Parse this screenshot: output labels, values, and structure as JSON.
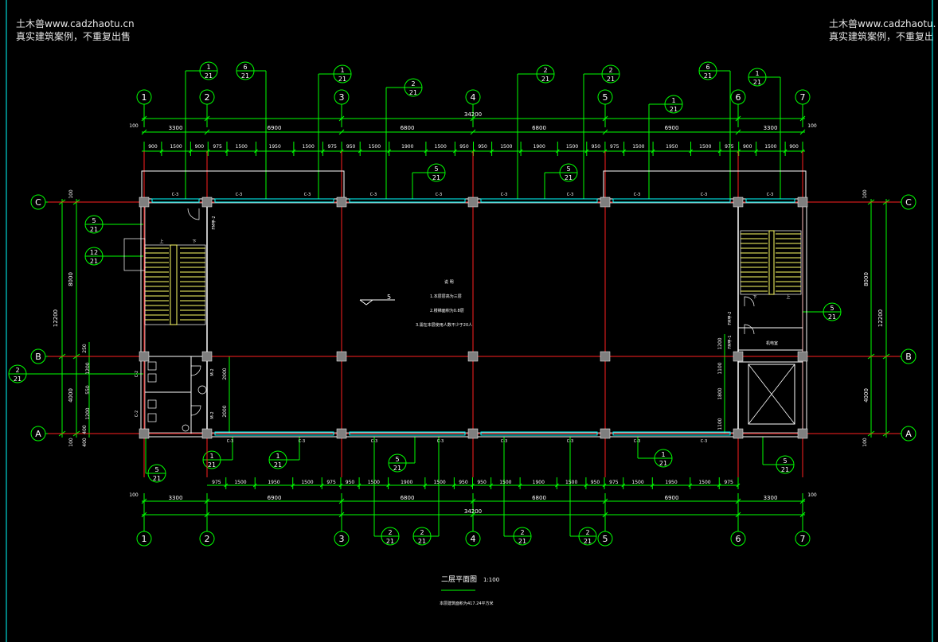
{
  "watermark": {
    "line1": "土木兽www.cadzhaotu.cn",
    "line2": "真实建筑案例，不重复出售",
    "line1_right": "土木兽www.cadzhaotu.",
    "line2_right": "真实建筑案例，不重复出"
  },
  "axes": {
    "columns": [
      "1",
      "2",
      "3",
      "4",
      "5",
      "6",
      "7"
    ],
    "rows": [
      "C",
      "B",
      "A"
    ]
  },
  "dimensions": {
    "top_total": "34200",
    "top_bays": [
      "3300",
      "6900",
      "6800",
      "6800",
      "6900",
      "3300"
    ],
    "top_end": "100",
    "top_detail": [
      "900",
      "1500",
      "900",
      "975",
      "1500",
      "1950",
      "1500",
      "975",
      "950",
      "1500",
      "1900",
      "1500",
      "950",
      "950",
      "1500",
      "1900",
      "1500",
      "950",
      "975",
      "1500",
      "1950",
      "1500",
      "975",
      "900",
      "1500",
      "900"
    ],
    "bottom_total": "34200",
    "bottom_bays": [
      "3300",
      "6900",
      "6800",
      "6800",
      "6900",
      "3300"
    ],
    "bottom_end": "100",
    "bottom_detail": [
      "975",
      "1500",
      "1950",
      "1500",
      "975",
      "950",
      "1500",
      "1900",
      "1500",
      "950",
      "950",
      "1500",
      "1900",
      "1500",
      "950",
      "975",
      "1500",
      "1950",
      "1500",
      "975"
    ],
    "left_total": "12200",
    "left_upper": "8000",
    "left_lower": "4000",
    "left_small": [
      "100",
      "250",
      "1200",
      "550",
      "1200",
      "400",
      "100",
      "400"
    ],
    "right_total": "12200",
    "right_upper": "8000",
    "right_lower": "4000",
    "right_small": [
      "100",
      "100"
    ],
    "stair_right_vert": [
      "1200",
      "1100",
      "1800",
      "1100"
    ],
    "toilet_vert": [
      "2000",
      "2000"
    ]
  },
  "detail_refs": {
    "top": [
      [
        "1",
        "21"
      ],
      [
        "6",
        "21"
      ],
      [
        "1",
        "21"
      ],
      [
        "2",
        "21"
      ],
      [
        "2",
        "21"
      ],
      [
        "2",
        "21"
      ],
      [
        "1",
        "21"
      ],
      [
        "6",
        "21"
      ],
      [
        "1",
        "21"
      ]
    ],
    "top_inner": [
      [
        "5",
        "21"
      ],
      [
        "5",
        "21"
      ]
    ],
    "left": [
      [
        "5",
        "21"
      ],
      [
        "12",
        "21"
      ],
      [
        "2",
        "21"
      ]
    ],
    "right": [
      [
        "5",
        "21"
      ]
    ],
    "bottom": [
      [
        "5",
        "21"
      ],
      [
        "1",
        "21"
      ],
      [
        "1",
        "21"
      ],
      [
        "5",
        "21"
      ],
      [
        "1",
        "21"
      ],
      [
        "5",
        "21"
      ]
    ],
    "bottom_low": [
      [
        "2",
        "21"
      ],
      [
        "2",
        "21"
      ],
      [
        "2",
        "21"
      ],
      [
        "2",
        "21"
      ]
    ]
  },
  "window_tags": [
    "C-3",
    "C-3",
    "C-3",
    "C-3",
    "C-3",
    "C-3",
    "C-3",
    "C-3",
    "C-3",
    "C-3"
  ],
  "door_tags": [
    "FM甲-2",
    "FM甲-2",
    "FM甲-1",
    "M-2",
    "M-2",
    "C-2",
    "C-2"
  ],
  "notes": {
    "header": "说  明",
    "line1": "1.本层层高为三层",
    "line2": "2.楼梯面积为0.8层",
    "line3": "3.需在本层使用人数不少于20人"
  },
  "level_mark": "5",
  "room_label": "机电室",
  "stair_mark_up": "上",
  "stair_mark_dn": "下",
  "title": {
    "name": "二层平面图",
    "scale": "1:100",
    "sub": "本层建筑面积为417.24平方米"
  },
  "colors": {
    "grid_red": "#ff2020",
    "dim_green": "#00ff00",
    "wall_white": "#ffffff",
    "window_cyan": "#00ffff",
    "column_grey": "#7f7f7f",
    "stair_yellow": "#ffff66",
    "text_white": "#ffffff"
  }
}
